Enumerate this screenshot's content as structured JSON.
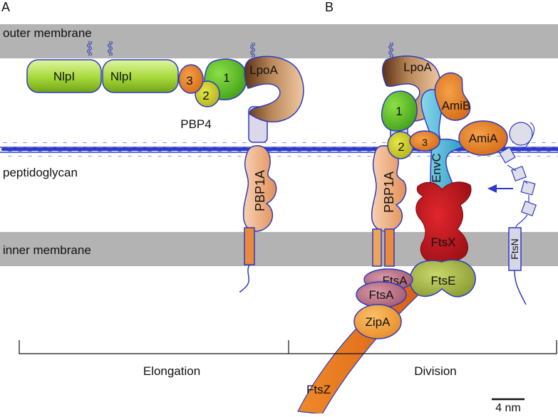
{
  "panels": {
    "a": "A",
    "b": "B"
  },
  "membranes": {
    "outer": "outer membrane",
    "peptidoglycan": "peptidoglycan",
    "inner": "inner membrane"
  },
  "proteins": {
    "nlpi_left": "NlpI",
    "nlpi_right": "NlpI",
    "pbp4_label": "PBP4",
    "pbp4_domain_3": "3",
    "pbp4_domain_2": "2",
    "pbp4_domain_1": "1",
    "lpoa_a": "LpoA",
    "pbp1a_a": "PBP1A",
    "lpoa_b": "LpoA",
    "pbp4_b_domain_1": "1",
    "pbp4_b_domain_2": "2",
    "pbp4_b_domain_3": "3",
    "amib": "AmiB",
    "amia": "AmiA",
    "envc": "EnvC",
    "pbp1a_b": "PBP1A",
    "ftsx": "FtsX",
    "ftse": "FtsE",
    "ftsa_1": "FtsA",
    "ftsa_2": "FtsA",
    "zipa": "ZipA",
    "ftsz": "FtsZ",
    "ftsn": "FtsN"
  },
  "bottom_labels": {
    "elongation": "Elongation",
    "division": "Division"
  },
  "scale_bar": "4 nm",
  "colors": {
    "membrane": "#b3b3b3",
    "peptidoglycan": "#2b39c9",
    "outline": "#2e3bbf",
    "nlpi": "#a7d83a",
    "pbp4_d1": "#4fb81f",
    "pbp4_d2": "#c8c81e",
    "pbp4_d3": "#e77f1d",
    "lpoa": "#c8946a",
    "pbp1a": "#eba978",
    "amib": "#f07a1a",
    "amia": "#ef6a22",
    "envc": "#45b7d8",
    "ftsx": "#c4161e",
    "ftse": "#a8b94c",
    "ftsa": "#b8708a",
    "zipa": "#f4a13a",
    "ftsz": "#e8691d",
    "ftsn": "#d6d6e6"
  },
  "icons": [
    "lipid-anchor-icon",
    "arrow-left-icon"
  ]
}
